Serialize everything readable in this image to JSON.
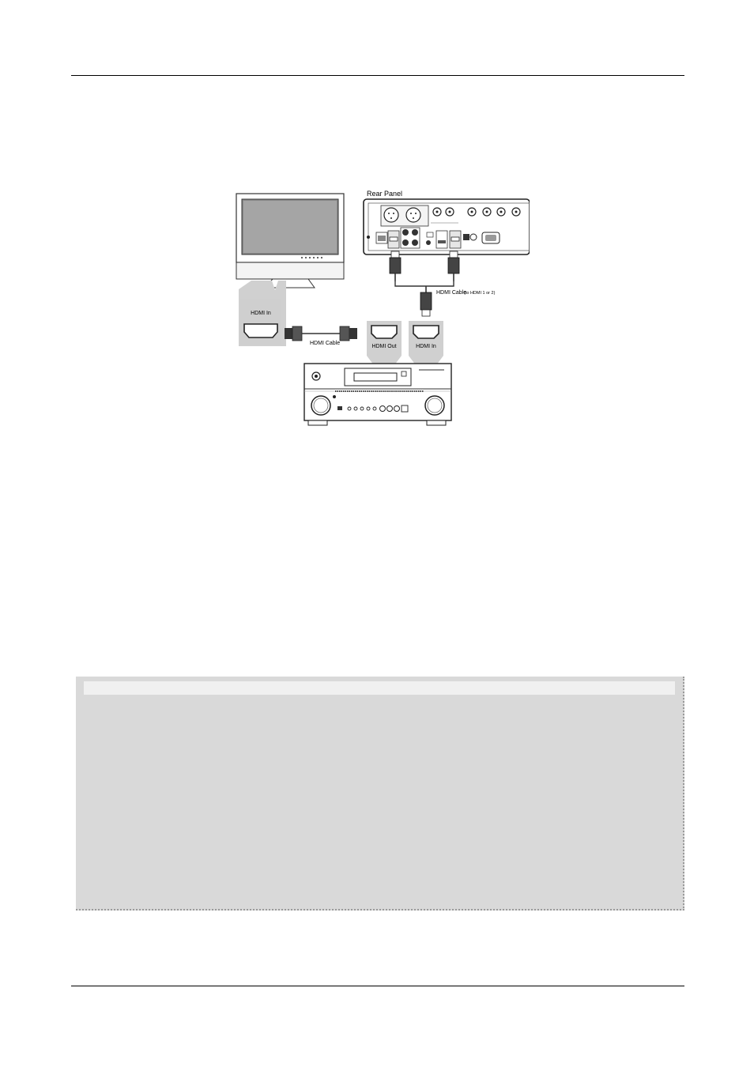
{
  "diagram": {
    "rear_panel_label": "Rear Panel",
    "tv_port_label": "HDMI In",
    "receiver_out_label": "HDMI Out",
    "receiver_in_label": "HDMI In",
    "cable_tv_label": "HDMI Cable",
    "cable_player_label": "HDMI Cable",
    "cable_player_sublabel": "(to HDMI 1 or 2)"
  },
  "note_box": {
    "header_color": "#f0f0f0",
    "body_color": "#d9d9d9"
  }
}
